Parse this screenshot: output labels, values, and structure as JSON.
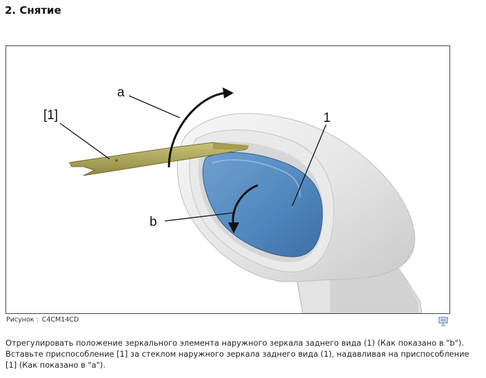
{
  "section": {
    "title": "2. Снятие"
  },
  "figure": {
    "labels": {
      "tool_ref": "[1]",
      "arrow_a": "a",
      "arrow_b": "b",
      "mirror_ref": "1"
    },
    "caption_label": "Рисунок :",
    "caption_code": "C4CM14CD"
  },
  "instructions": [
    "Отрегулировать положение зеркального элемента наружного зеркала заднего вида (1) (Как показано в \"b\").",
    "Вставьте приспособление [1] за стеклом наружного зеркала заднего вида (1), надавливая на приспособление [1] (Как показано в \"a\")."
  ],
  "icons": {
    "print": "print-icon"
  }
}
